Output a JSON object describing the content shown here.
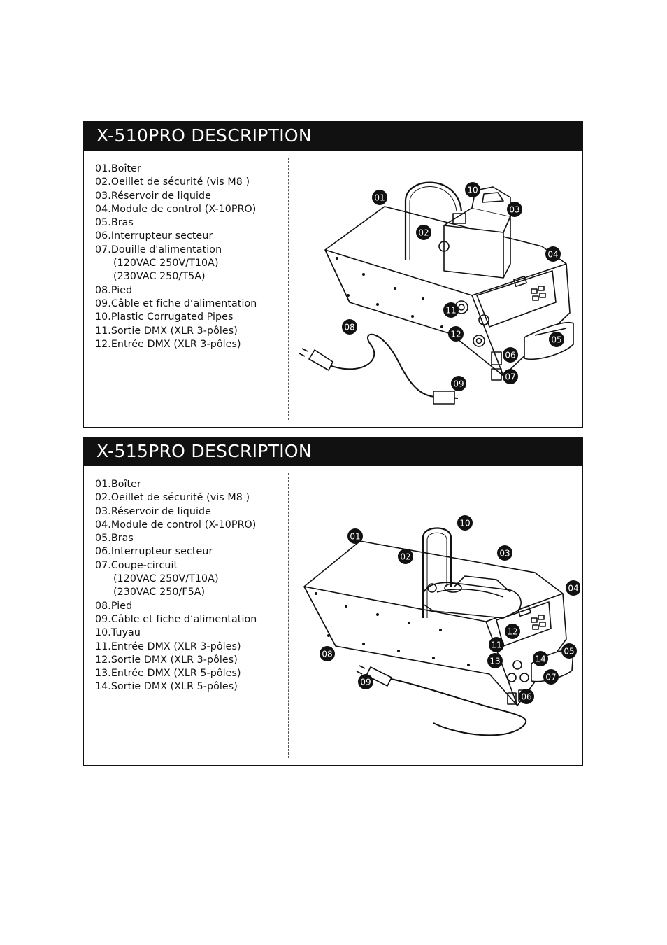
{
  "sections": [
    {
      "title": "X-510PRO DESCRIPTION",
      "items": [
        {
          "text": "01.Boîter",
          "indent": false
        },
        {
          "text": "02.Oeillet de sécurité (vis M8 )",
          "indent": false
        },
        {
          "text": "03.Réservoir de liquide",
          "indent": false
        },
        {
          "text": "04.Module de control (X-10PRO)",
          "indent": false
        },
        {
          "text": "05.Bras",
          "indent": false
        },
        {
          "text": "06.Interrupteur secteur",
          "indent": false
        },
        {
          "text": "07.Douille d'alimentation",
          "indent": false
        },
        {
          "text": "(120VAC 250V/T10A)",
          "indent": true
        },
        {
          "text": "(230VAC 250/T5A)",
          "indent": true
        },
        {
          "text": "08.Pied",
          "indent": false
        },
        {
          "text": "09.Câble et fiche d‘alimentation",
          "indent": false
        },
        {
          "text": "10.Plastic Corrugated Pipes",
          "indent": false
        },
        {
          "text": "11.Sortie DMX (XLR 3-pôles)",
          "indent": false
        },
        {
          "text": "12.Entrée DMX (XLR 3-pôles)",
          "indent": false
        }
      ],
      "callouts": [
        "01",
        "02",
        "03",
        "04",
        "05",
        "06",
        "07",
        "08",
        "09",
        "10",
        "11",
        "12"
      ]
    },
    {
      "title": "X-515PRO DESCRIPTION",
      "items": [
        {
          "text": "01.Boîter",
          "indent": false
        },
        {
          "text": "02.Oeillet de sécurité (vis M8 )",
          "indent": false
        },
        {
          "text": "03.Réservoir de liquide",
          "indent": false
        },
        {
          "text": "04.Module de control (X-10PRO)",
          "indent": false
        },
        {
          "text": "05.Bras",
          "indent": false
        },
        {
          "text": "06.Interrupteur secteur",
          "indent": false
        },
        {
          "text": "07.Coupe-circuit",
          "indent": false
        },
        {
          "text": "(120VAC 250V/T10A)",
          "indent": true
        },
        {
          "text": "(230VAC 250/F5A)",
          "indent": true
        },
        {
          "text": "08.Pied",
          "indent": false
        },
        {
          "text": "09.Câble et fiche d‘alimentation",
          "indent": false
        },
        {
          "text": "10.Tuyau",
          "indent": false
        },
        {
          "text": "11.Entrée DMX (XLR 3-pôles)",
          "indent": false
        },
        {
          "text": "12.Sortie DMX (XLR 3-pôles)",
          "indent": false
        },
        {
          "text": "13.Entrée DMX (XLR 5-pôles)",
          "indent": false
        },
        {
          "text": "14.Sortie DMX (XLR 5-pôles)",
          "indent": false
        }
      ],
      "callouts": [
        "01",
        "02",
        "03",
        "04",
        "05",
        "06",
        "07",
        "08",
        "09",
        "10",
        "11",
        "12",
        "13",
        "14"
      ]
    }
  ]
}
